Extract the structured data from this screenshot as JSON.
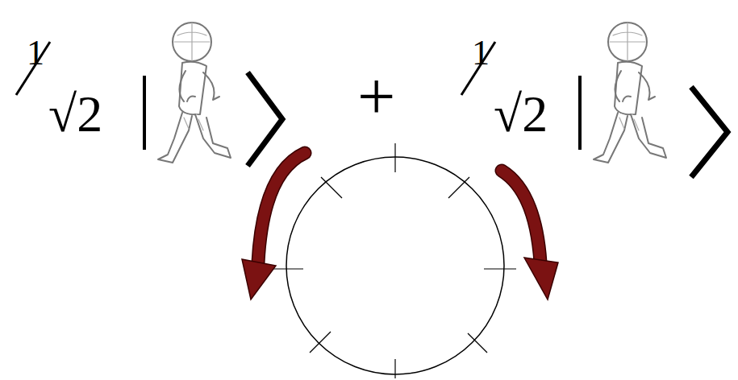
{
  "diagram": {
    "labels": [
      "1",
      "√2",
      "+",
      "1",
      "√2"
    ]
  }
}
